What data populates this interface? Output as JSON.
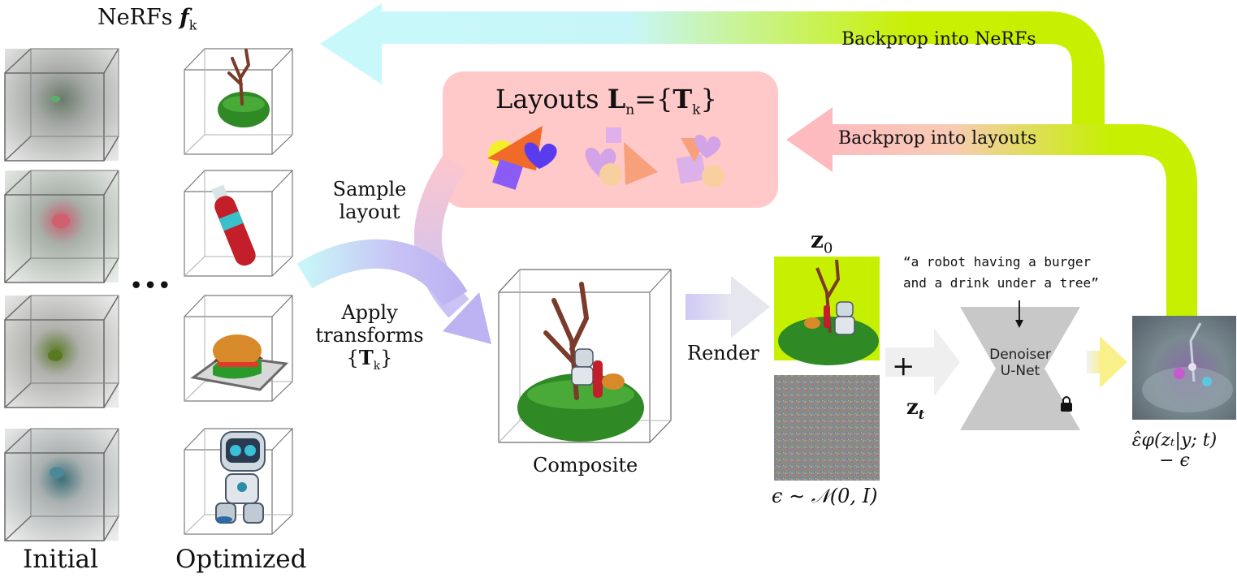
{
  "nerfs": {
    "title_text": "NeRFs",
    "title_symbol": "f",
    "title_sub": "k",
    "ellipsis": "•••",
    "col_initial": "Initial",
    "col_optimized": "Optimized"
  },
  "layouts": {
    "title_text": "Layouts",
    "symbol_L": "L",
    "sub_n": "n",
    "eq": "={",
    "symbol_T": "T",
    "sub_k": "k",
    "close": "}",
    "colors": {
      "panel": "#ffc9c9",
      "yellow": "#f3f02a",
      "orange": "#f06a2a",
      "purple": "#5a3cf0",
      "violet": "#8a5cf5",
      "lilac": "#d3a3e8",
      "salmon": "#f8a07c",
      "peach": "#f8d0a0"
    }
  },
  "labels": {
    "sample_line1": "Sample",
    "sample_line2": "layout",
    "apply_line1": "Apply",
    "apply_line2": "transforms",
    "apply_set_open": "{",
    "apply_T": "T",
    "apply_sub": "k",
    "apply_set_close": "}",
    "composite": "Composite",
    "render": "Render",
    "z0_symbol": "z",
    "z0_sub": "0",
    "plus": "+",
    "zt_symbol": "z",
    "zt_sub": "t",
    "noise_eq": "ϵ ∼ 𝒩(0, I)",
    "prompt_line1": "“a robot having a burger",
    "prompt_line2": "and a drink under a tree”",
    "denoiser_line1": "Denoiser",
    "denoiser_line2": "U-Net",
    "output_line1": "ε̂φ(zₜ|y; t)",
    "output_line2": "− ϵ",
    "backprop_nerfs": "Backprop into NeRFs",
    "backprop_layouts": "Backprop into layouts"
  },
  "icons": {
    "lock": "lock-icon",
    "arrow_down": "arrow-down-icon"
  },
  "colors": {
    "nerf_arrow_start": "#c9f8fb",
    "nerf_arrow_end": "#c6f000",
    "layout_arrow_start": "#fdbbc0",
    "layout_arrow_end": "#c6f000",
    "denoiser": "#c8c8c8",
    "cube_edge": "#7a7a7a",
    "grass": "#2f8a26",
    "bark": "#7a3b2a",
    "robot": "#d0d8e0",
    "robot_accent": "#2b8ca8"
  }
}
